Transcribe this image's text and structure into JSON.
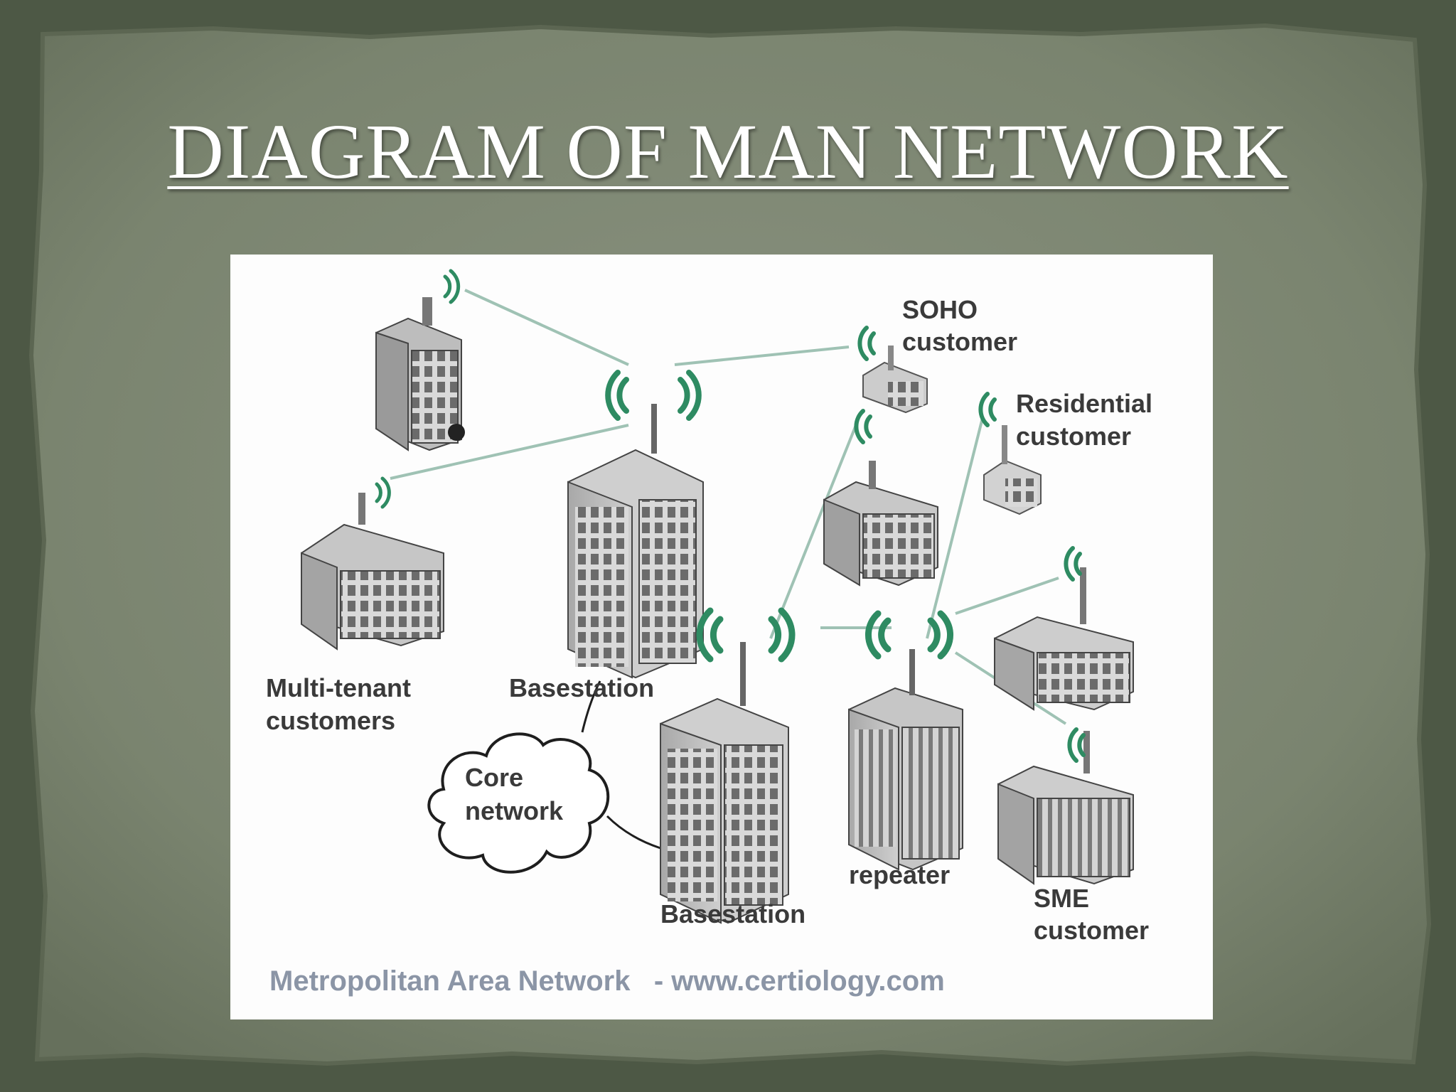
{
  "slide": {
    "title": "DIAGRAM OF MAN NETWORK"
  },
  "diagram": {
    "labels": {
      "soho_line1": "SOHO",
      "soho_line2": "customer",
      "residential_line1": "Residential",
      "residential_line2": "customer",
      "multitenant_line1": "Multi-tenant",
      "multitenant_line2": "customers",
      "basestation_top": "Basestation",
      "basestation_bottom": "Basestation",
      "core_line1": "Core",
      "core_line2": "network",
      "repeater": "repeater",
      "sme_line1": "SME",
      "sme_line2": "customer"
    },
    "caption": "Metropolitan Area Network   - www.certiology.com"
  },
  "colors": {
    "background": "#4d5845",
    "paper": "#7d8672",
    "signal": "#2e8b62",
    "link": "#9fc2b4"
  }
}
